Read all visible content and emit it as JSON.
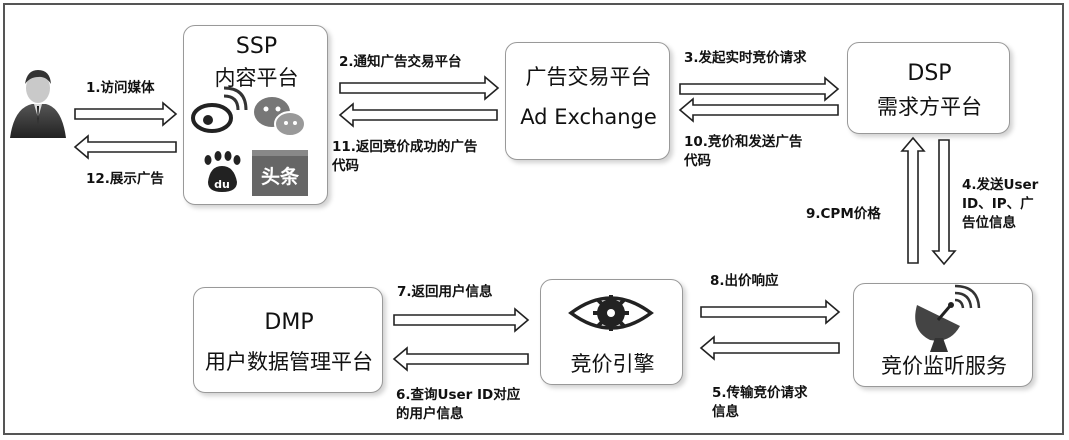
{
  "nodes": {
    "ssp": {
      "line1": "SSP",
      "line2": "内容平台"
    },
    "adx": {
      "line1": "广告交易平台",
      "line2": "Ad Exchange"
    },
    "dsp": {
      "line1": "DSP",
      "line2": "需求方平台"
    },
    "dmp": {
      "line1": "DMP",
      "line2": "用户数据管理平台"
    },
    "engine": {
      "label": "竞价引擎"
    },
    "listener": {
      "label": "竞价监听服务"
    }
  },
  "logos": {
    "toutiao": "头条",
    "baidu": "du"
  },
  "steps": {
    "s1": "1.访问媒体",
    "s2": "2.通知广告交易平台",
    "s3": "3.发起实时竞价请求",
    "s4": [
      "4.发送User",
      "ID、IP、广",
      "告位信息"
    ],
    "s5": [
      "5.传输竞价请求",
      "信息"
    ],
    "s6": [
      "6.查询User ID对应",
      "的用户信息"
    ],
    "s7": "7.返回用户信息",
    "s8": "8.出价响应",
    "s9": "9.CPM价格",
    "s10": [
      "10.竞价和发送广告",
      "代码"
    ],
    "s11": [
      "11.返回竞价成功的广告",
      "代码"
    ],
    "s12": "12.展示广告"
  }
}
